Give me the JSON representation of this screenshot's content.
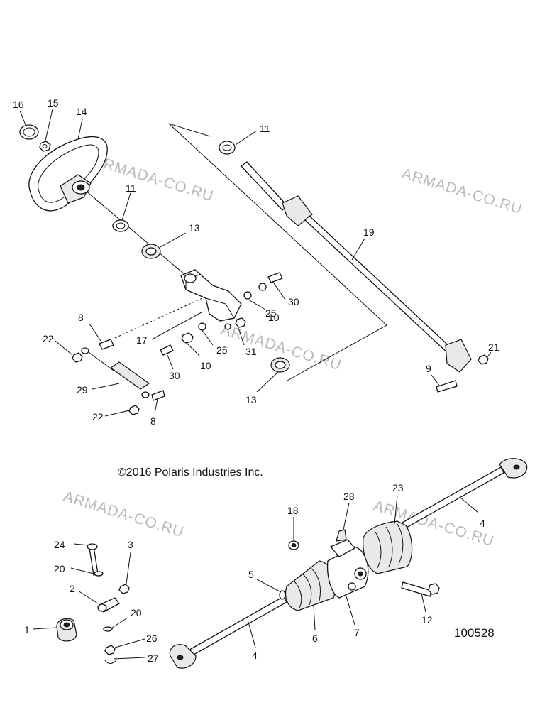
{
  "copyright": "©2016 Polaris Industries Inc.",
  "figure_number": "100528",
  "watermark": "ARMADA-CO.RU",
  "callouts": {
    "c1": "1",
    "c2": "2",
    "c3": "3",
    "c4a": "4",
    "c4b": "4",
    "c5": "5",
    "c6": "6",
    "c7": "7",
    "c8a": "8",
    "c8b": "8",
    "c9": "9",
    "c10a": "10",
    "c10b": "10",
    "c11a": "11",
    "c11b": "11",
    "c12": "12",
    "c13a": "13",
    "c13b": "13",
    "c14": "14",
    "c15": "15",
    "c16": "16",
    "c17": "17",
    "c18": "18",
    "c19": "19",
    "c20a": "20",
    "c20b": "20",
    "c21": "21",
    "c22a": "22",
    "c22b": "22",
    "c23": "23",
    "c24": "24",
    "c25a": "25",
    "c25b": "25",
    "c26": "26",
    "c27": "27",
    "c28": "28",
    "c29": "29",
    "c30a": "30",
    "c30b": "30",
    "c31": "31"
  }
}
